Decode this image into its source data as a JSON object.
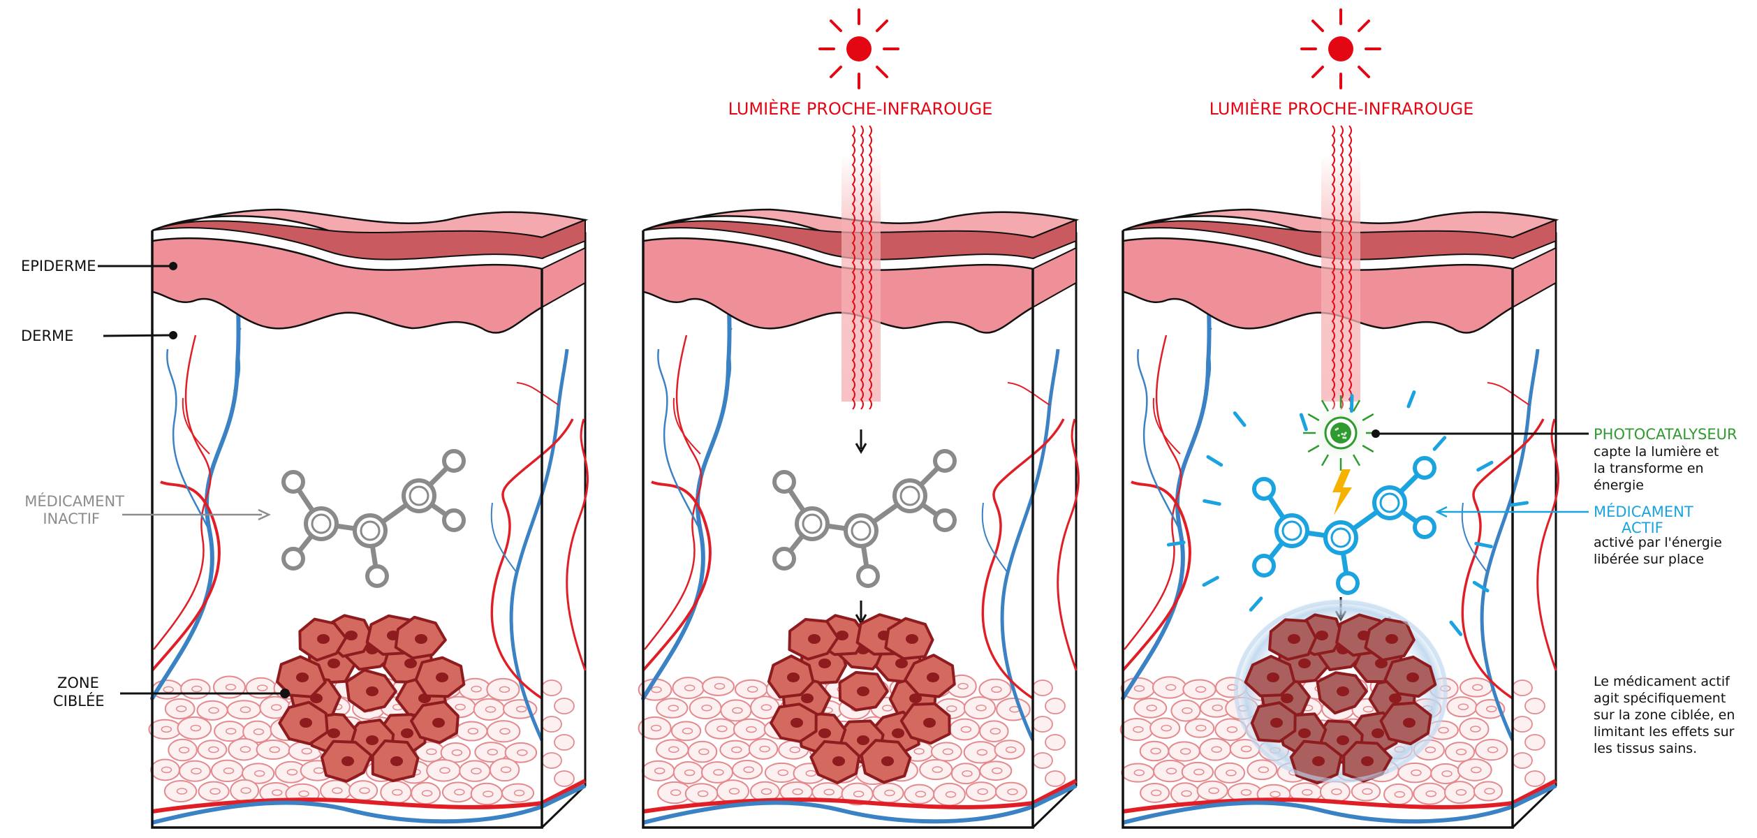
{
  "labels": {
    "epiderme": "EPIDERME",
    "derme": "DERME",
    "medicament_inactif": [
      "MÉDICAMENT",
      "INACTIF"
    ],
    "zone_ciblee": [
      "ZONE",
      "CIBLÉE"
    ],
    "lumiere_panel2": "LUMIÈRE PROCHE-INFRAROUGE",
    "lumiere_panel3": "LUMIÈRE PROCHE-INFRAROUGE",
    "photocatalyseur_title": "PHOTOCATALYSEUR",
    "photocatalyseur_desc": [
      "capte la lumière et",
      "la transforme en",
      "énergie"
    ],
    "medicament_actif_title": [
      "MÉDICAMENT",
      "ACTIF"
    ],
    "medicament_actif_desc": [
      "activé par l'énergie",
      "libérée sur place"
    ],
    "conclusion": [
      "Le médicament actif",
      "agit spécifiquement",
      "sur la zone ciblée, en",
      "limitant les effets sur",
      "les tissus sains."
    ]
  },
  "icons": {
    "sun": "sun-icon",
    "arrow": "arrow-down-icon",
    "lightning": "lightning-icon"
  },
  "colors": {
    "light_red": "#e30613",
    "skin_light": "#f4a9ae",
    "skin_mid": "#ef8f97",
    "skin_dark": "#c95a5f",
    "tumor_fill": "#d4695f",
    "tumor_dark": "#8e1b1e",
    "vein_blue": "#3b82c4",
    "artery_red": "#e01e26",
    "molecule_gray": "#8a8a8a",
    "molecule_blue": "#1aa3df",
    "photocat_green": "#2f9a2f",
    "lightning_yellow": "#f5b300"
  }
}
